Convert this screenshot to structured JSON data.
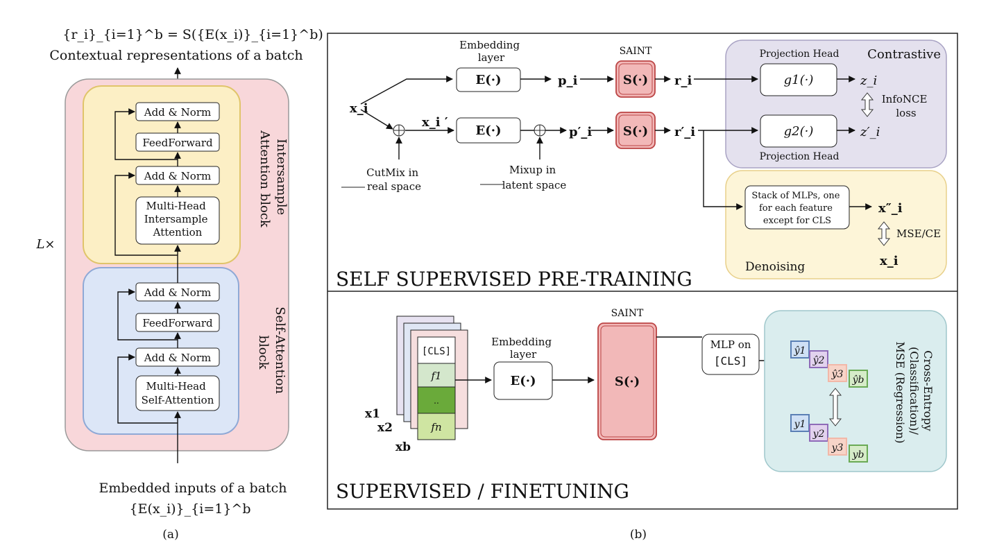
{
  "panel_a": {
    "top_formula": "{r_i}_{i=1}^b = S({E(x_i)}_{i=1}^b)",
    "top_caption": "Contextual representations of a batch",
    "repeat_label": "L×",
    "intersample_block": {
      "label_line1": "Intersample",
      "label_line2": "Attention block",
      "add_norm_top": "Add & Norm",
      "feedforward": "FeedForward",
      "add_norm_bottom": "Add & Norm",
      "attention_line1": "Multi-Head",
      "attention_line2": "Intersample",
      "attention_line3": "Attention"
    },
    "self_attention_block": {
      "label_line1": "Self-Attention",
      "label_line2": "block",
      "add_norm_top": "Add & Norm",
      "feedforward": "FeedForward",
      "add_norm_bottom": "Add & Norm",
      "attention_line1": "Multi-Head",
      "attention_line2": "Self-Attention"
    },
    "bottom_caption": "Embedded inputs of a batch",
    "bottom_formula": "{E(x_i)}_{i=1}^b",
    "subcaption": "(a)"
  },
  "pretraining": {
    "title": "SELF SUPERVISED PRE-TRAINING",
    "input": "x_i",
    "input_aug": "x_i ′",
    "embedding_label_line1": "Embedding",
    "embedding_label_line2": "layer",
    "embed_fn": "E(·)",
    "p": "p_i",
    "p_aug": "p′_i",
    "saint_label": "SAINT",
    "saint_fn": "S(·)",
    "r": "r_i",
    "r_aug": "r′_i",
    "cutmix_line1": "CutMix in",
    "cutmix_line2": "real space",
    "mixup_line1": "Mixup in",
    "mixup_line2": "latent space",
    "contrastive": {
      "title": "Contrastive",
      "proj_head_top": "Projection Head",
      "proj_head_bottom": "Projection Head",
      "g1": "g1(·)",
      "g2": "g2(·)",
      "z": "z_i",
      "z_aug": "z′_i",
      "loss_line1": "InfoNCE",
      "loss_line2": "loss"
    },
    "denoising": {
      "title": "Denoising",
      "mlp_line1": "Stack of MLPs, one",
      "mlp_line2": "for each feature",
      "mlp_line3": "except for CLS",
      "x_rec": "x″_i",
      "x": "x_i",
      "loss": "MSE/CE"
    }
  },
  "finetuning": {
    "title": "SUPERVISED / FINETUNING",
    "cls_token": "[CLS]",
    "f1": "f1",
    "dots": "..",
    "fn": "fn",
    "x1": "x1",
    "x2": "x2",
    "xb": "xb",
    "embedding_label_line1": "Embedding",
    "embedding_label_line2": "layer",
    "embed_fn": "E(·)",
    "saint_label": "SAINT",
    "saint_fn": "S(·)",
    "mlp_line1": "MLP on",
    "mlp_line2": "[CLS]",
    "loss_line1": "Cross-Entropy",
    "loss_line2": "(Classification)/",
    "loss_line3": "MSE (Regression)",
    "pred": [
      "ŷ1",
      "ŷ2",
      "ŷ3",
      "ŷb"
    ],
    "true": [
      "y1",
      "y2",
      "y3",
      "yb"
    ]
  },
  "panel_b_subcaption": "(b)"
}
